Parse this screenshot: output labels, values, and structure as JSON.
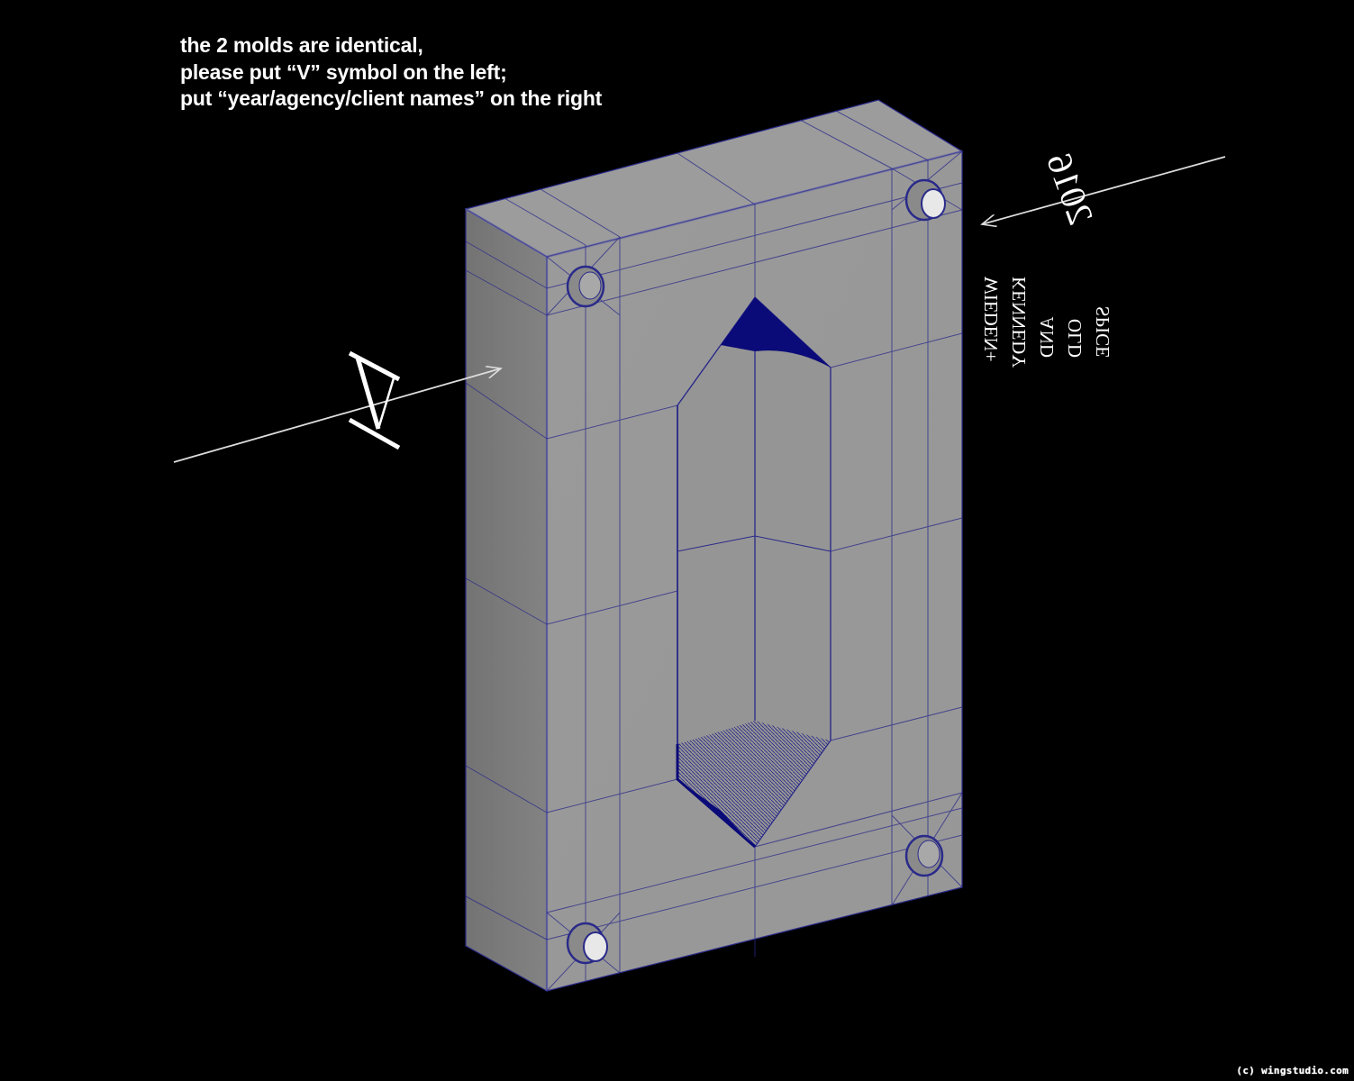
{
  "instructions": {
    "lines": [
      "the 2 molds are identical,",
      "please put “V” symbol on the left;",
      "put “year/agency/client names” on the right"
    ]
  },
  "left_engraving": {
    "symbol": "V",
    "mirrored": true
  },
  "right_engraving": {
    "year": "2016",
    "names": [
      "WIEDEN+",
      "KENNEDY",
      "AND",
      "OLD SPICE"
    ],
    "mirrored": true
  },
  "mold": {
    "type": "pencil-mold-half",
    "cavity": "pencil",
    "alignment_pins": 4
  },
  "colors": {
    "background": "#000000",
    "front_face": "#999999",
    "side_face": "#7c7c7c",
    "top_face": "#9c9c9c",
    "wireframe": "#23238a",
    "cavity_dark": "#0a0a78",
    "annotation": "#ffffff"
  },
  "watermark": "(c) wingstudio.com"
}
